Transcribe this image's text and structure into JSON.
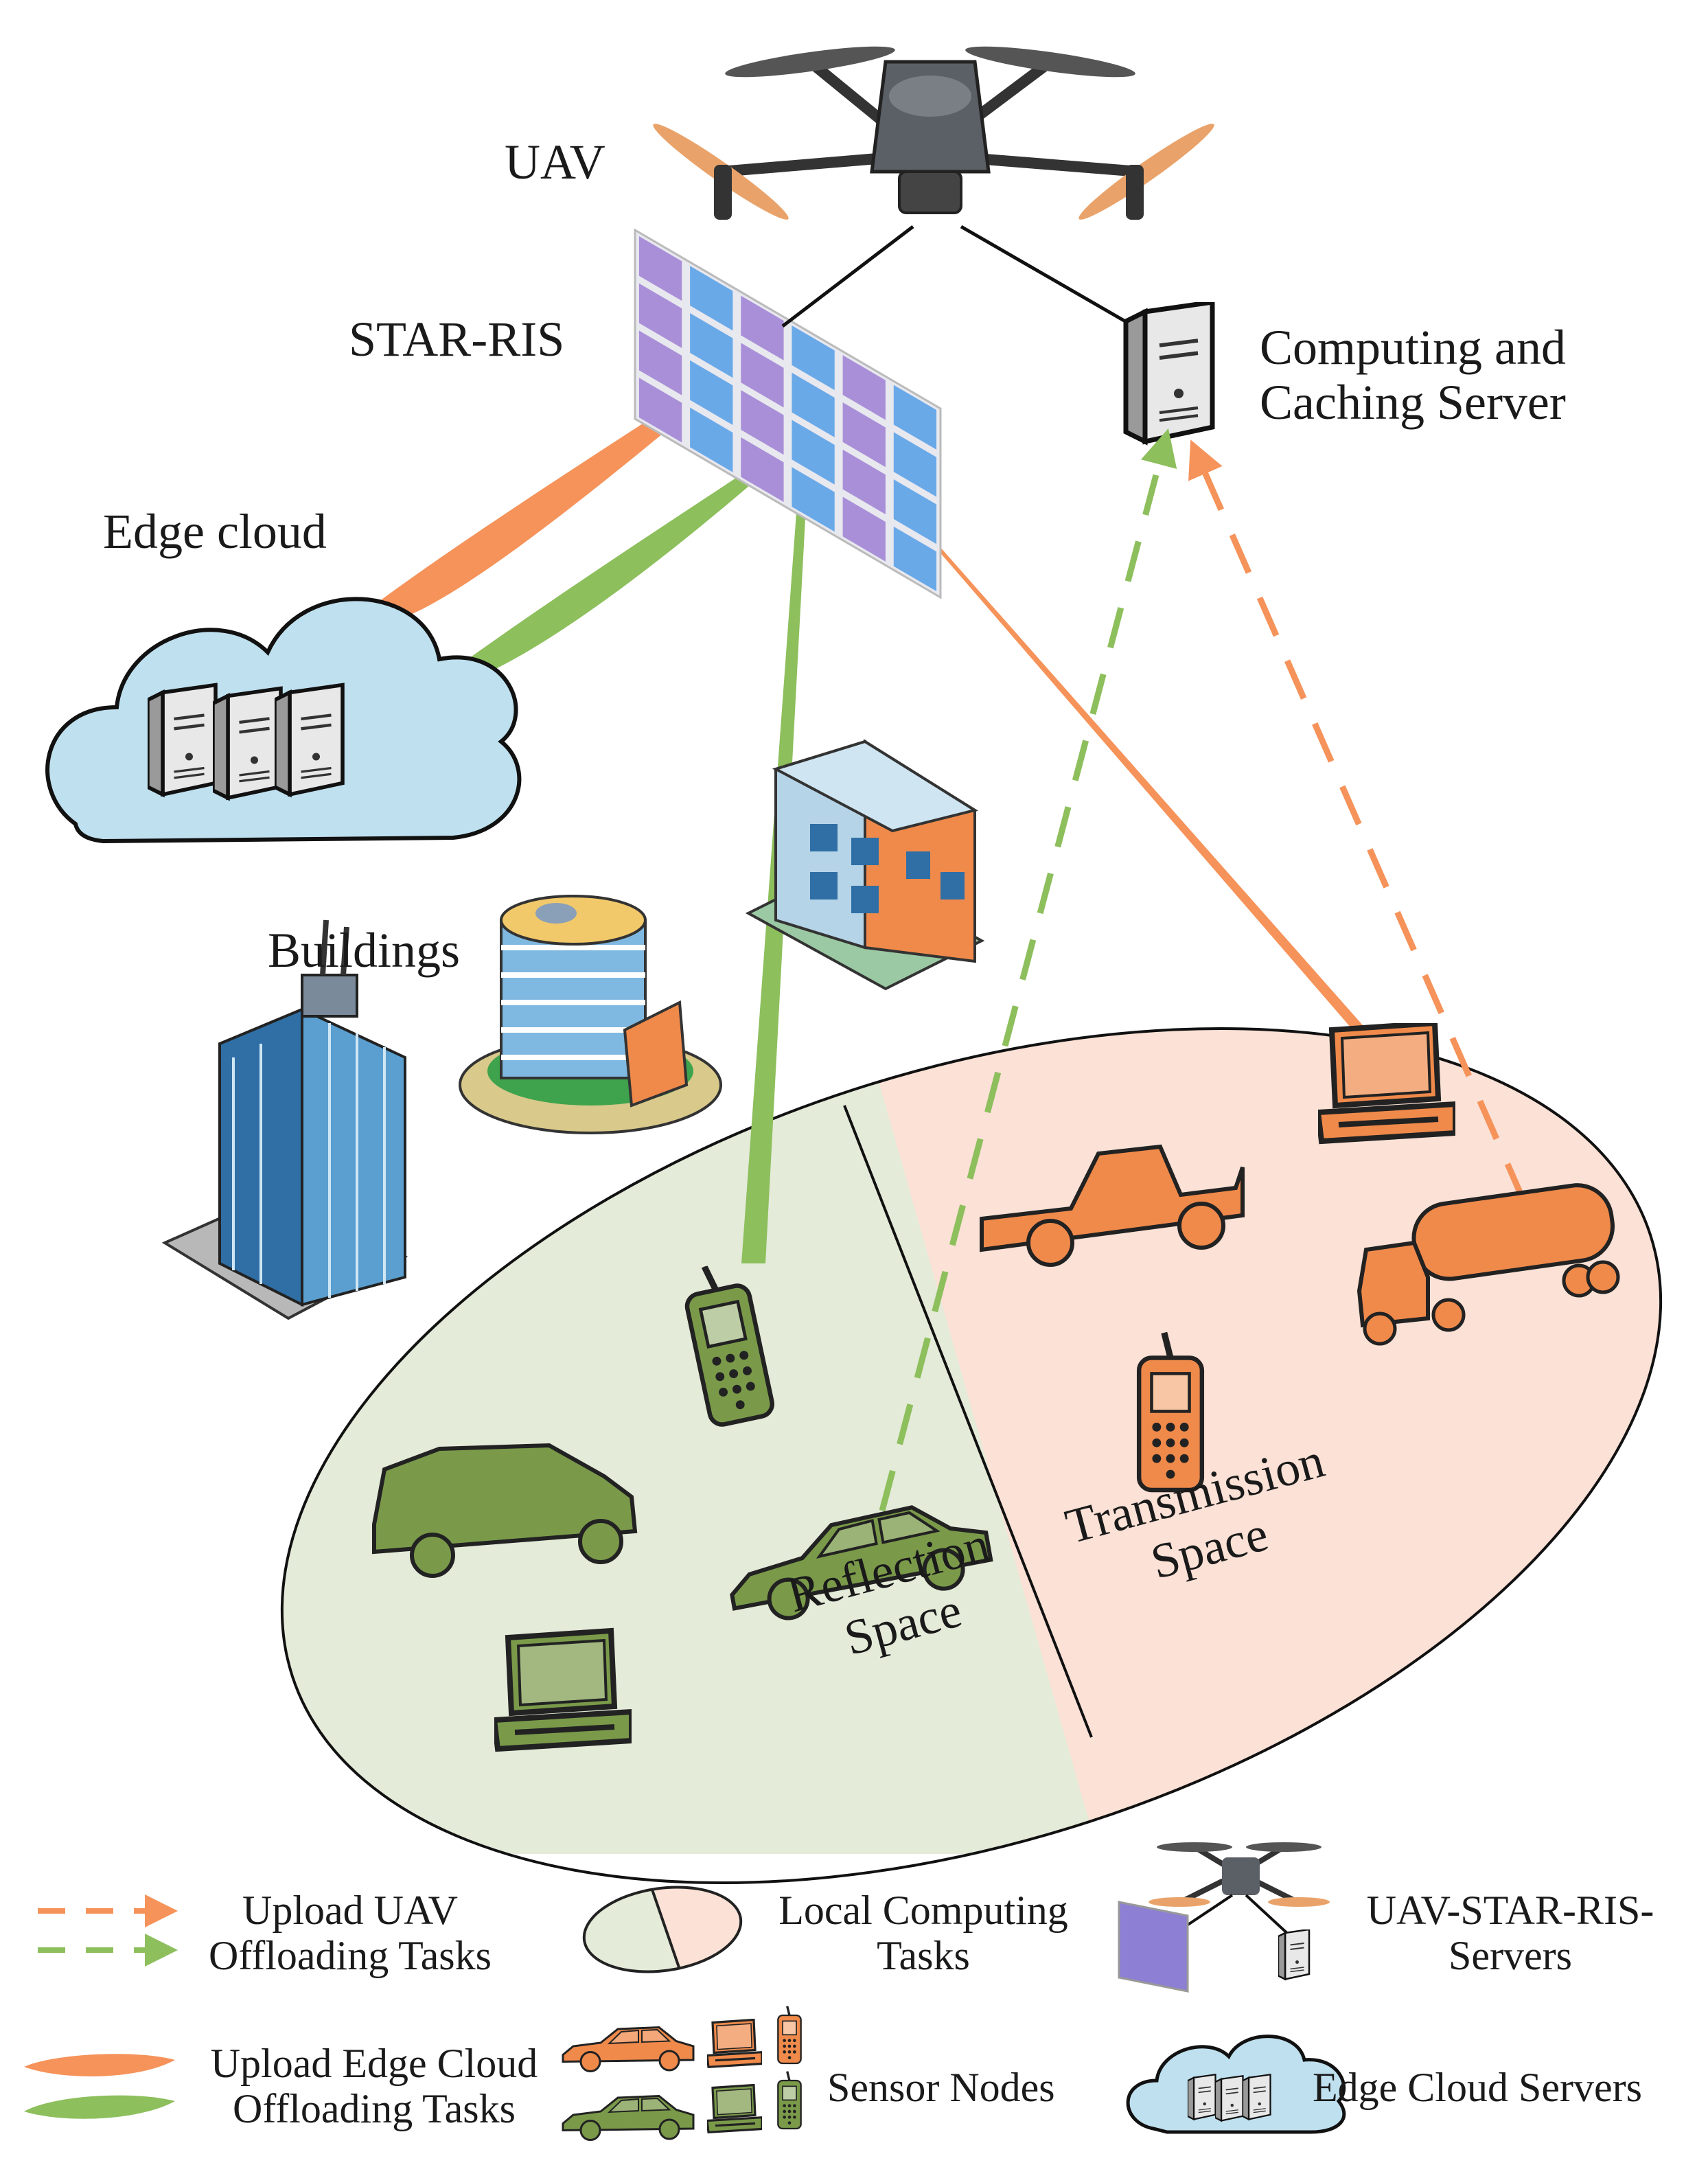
{
  "labels": {
    "uav": "UAV",
    "star_ris": "STAR-RIS",
    "server_line1": "Computing and",
    "server_line2": "Caching Server",
    "edge_cloud": "Edge cloud",
    "buildings": "Buildings",
    "reflection_line1": "Reflection",
    "reflection_line2": "Space",
    "transmission_line1": "Transmission",
    "transmission_line2": "Space"
  },
  "legend": {
    "upload_uav_line1": "Upload UAV",
    "upload_uav_line2": "Offloading Tasks",
    "local_line1": "Local Computing",
    "local_line2": "Tasks",
    "uav_servers_line1": "UAV-STAR-RIS-",
    "uav_servers_line2": "Servers",
    "edge_upload_line1": "Upload Edge Cloud",
    "edge_upload_line2": "Offloading Tasks",
    "sensor_nodes": "Sensor Nodes",
    "edge_cloud_servers": "Edge Cloud Servers"
  },
  "colors": {
    "orange_beam": "#f5935a",
    "green_beam": "#8dbf5c",
    "reflection_fill": "#e4ebd9",
    "transmission_fill": "#fbe1d6",
    "device_orange": "#f08a4b",
    "device_green": "#7a9a4a",
    "ris_purple": "#a98fd8",
    "ris_blue": "#6aa9e8",
    "cloud_fill": "#bfe0ee"
  },
  "icons": {
    "uav": "drone-icon",
    "ris": "metasurface-panel-icon",
    "server": "server-tower-icon",
    "cloud": "cloud-icon",
    "car": "car-icon",
    "van": "van-icon",
    "truck": "pickup-truck-icon",
    "tanker": "tanker-truck-icon",
    "laptop": "laptop-icon",
    "phone": "mobile-phone-icon",
    "building": "building-icon"
  }
}
